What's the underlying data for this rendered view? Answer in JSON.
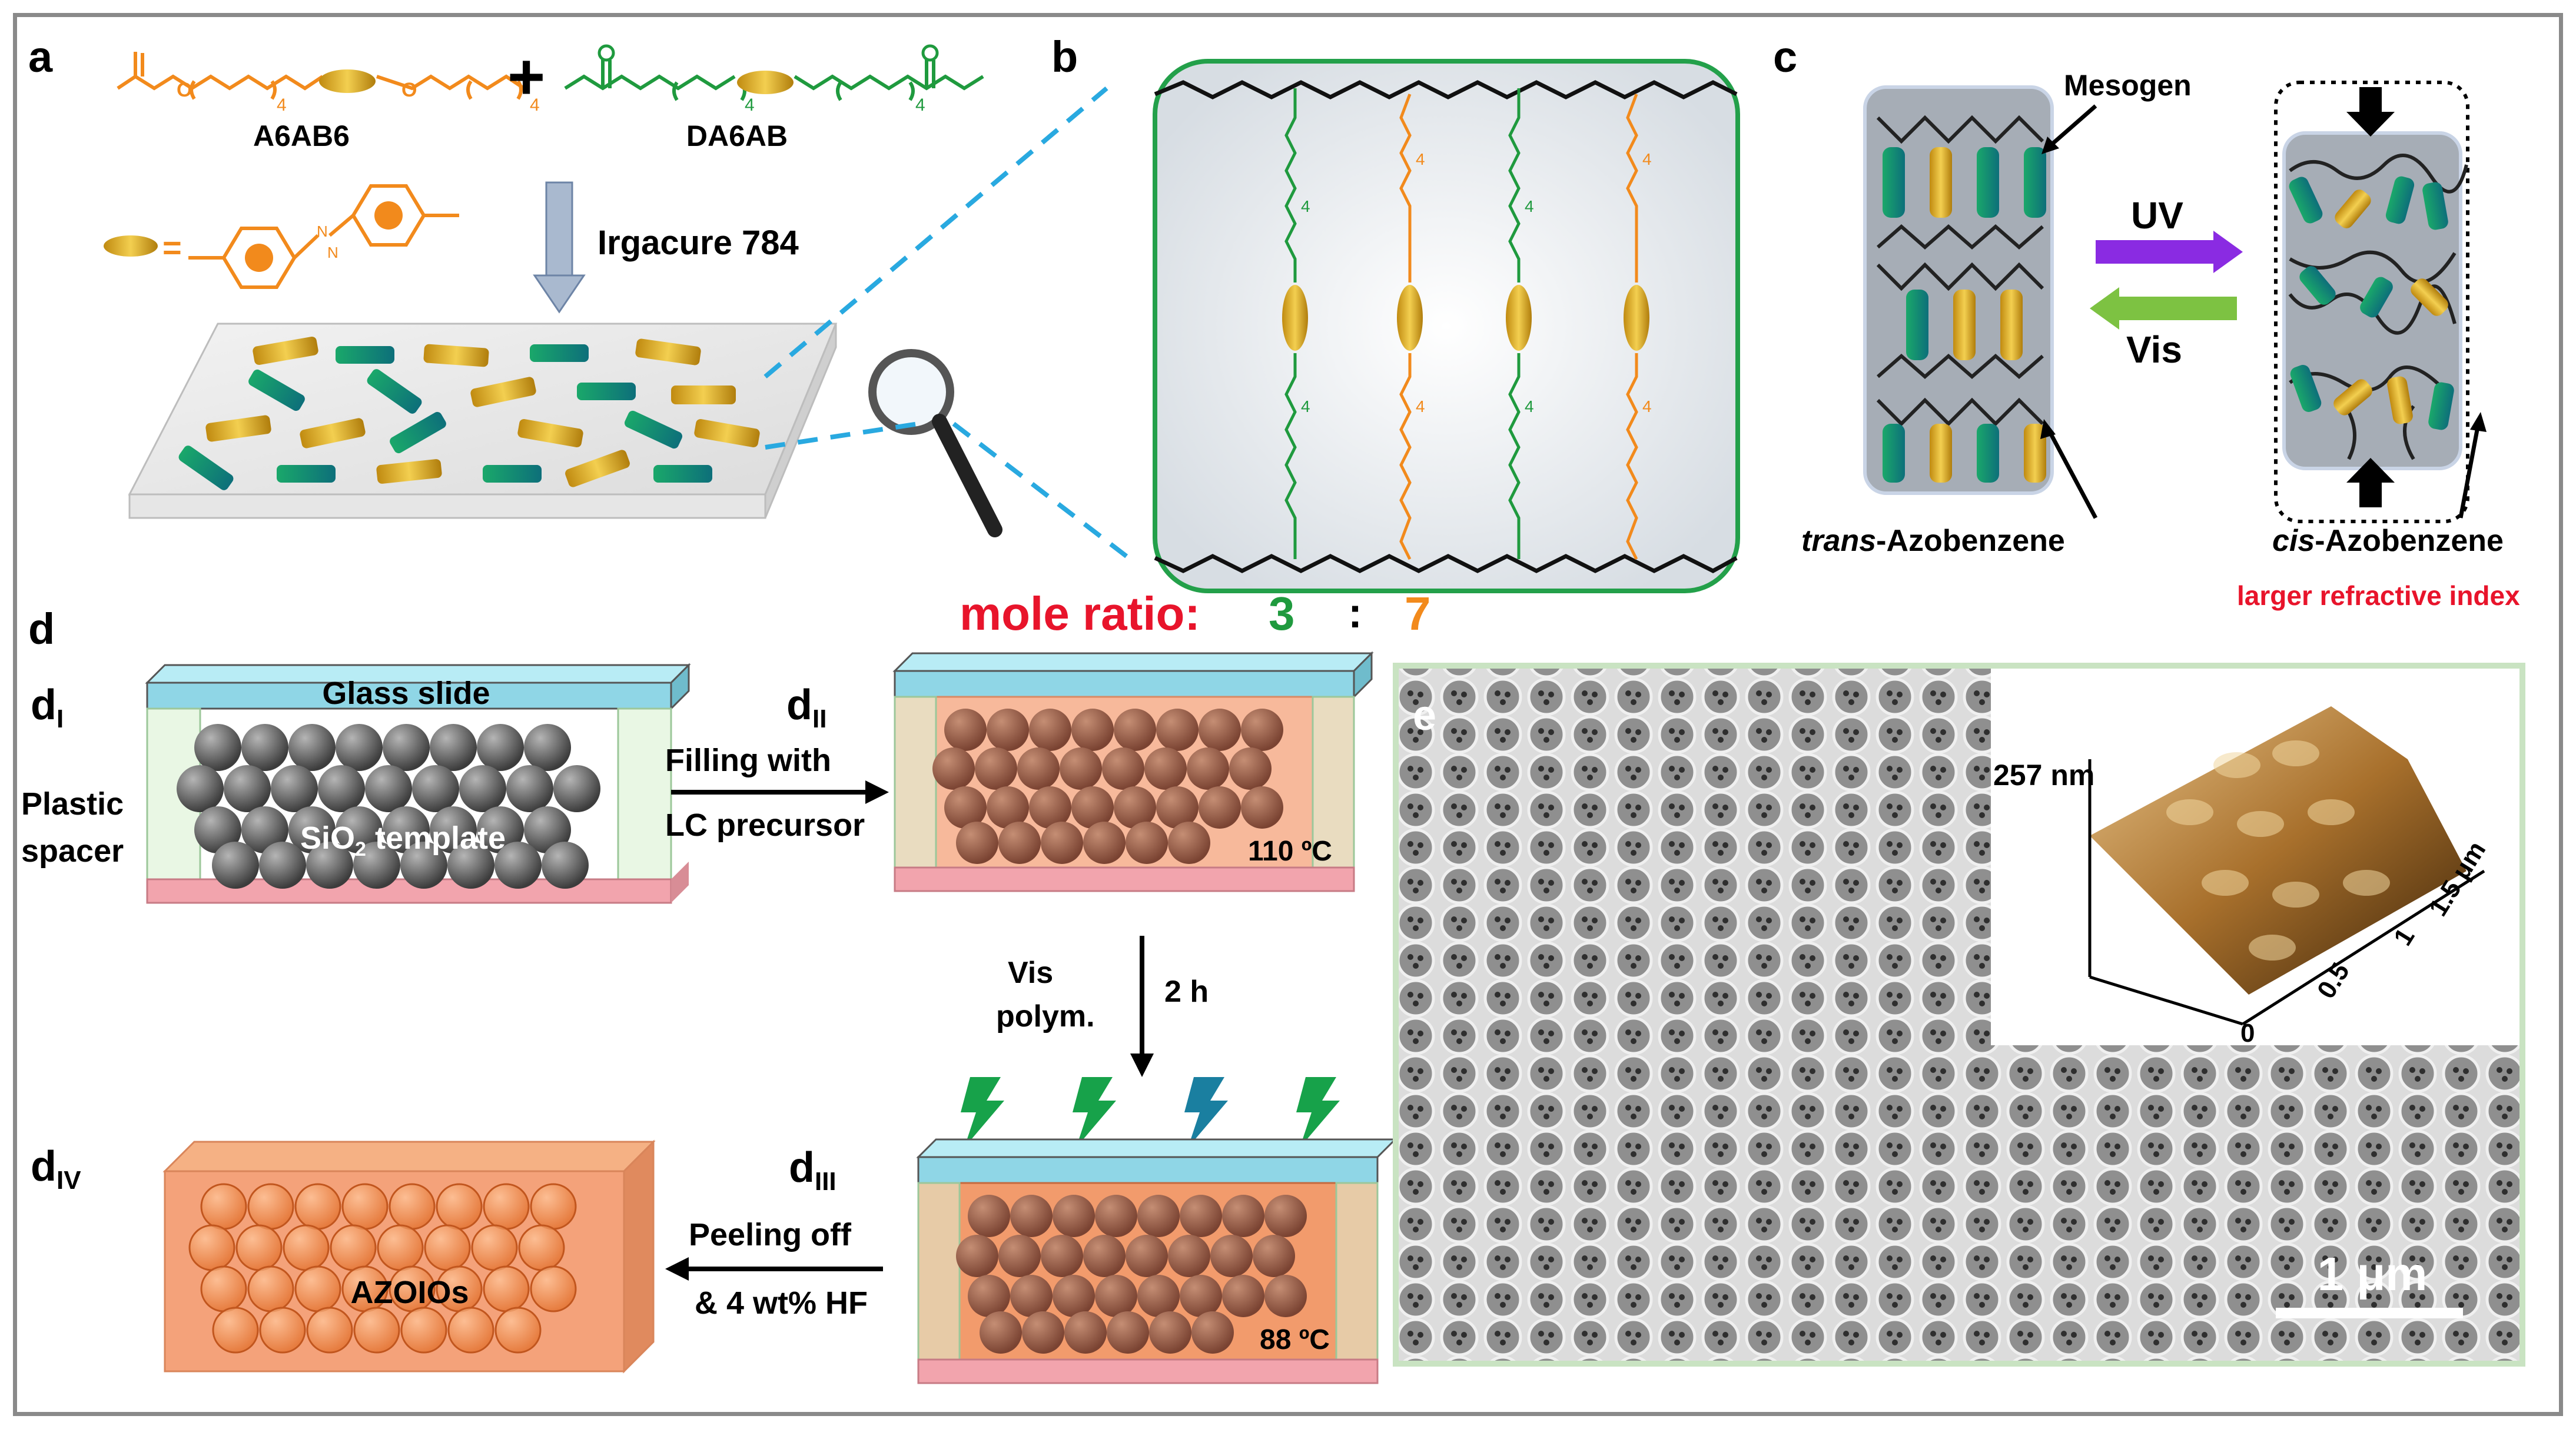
{
  "panels": {
    "a": {
      "letter": "a",
      "monomer1": "A6AB6",
      "monomer2": "DA6AB",
      "plus": "+",
      "sub4": "4",
      "equals": "=",
      "n_label": "N",
      "initiator": "Irgacure 784"
    },
    "b": {
      "letter": "b",
      "sub4": "4",
      "ratio_label": "mole ratio:",
      "ratio_left": "3",
      "ratio_colon": ":",
      "ratio_right": "7"
    },
    "c": {
      "letter": "c",
      "mesogen": "Mesogen",
      "uv": "UV",
      "vis": "Vis",
      "trans_italic": "trans",
      "trans_rest": "-Azobenzene",
      "cis_italic": "cis",
      "cis_rest": "-Azobenzene",
      "refractive": "larger refractive index"
    },
    "d": {
      "letter": "d",
      "d1_main": "d",
      "d1_sub": "I",
      "d2_main": "d",
      "d2_sub": "II",
      "d3_main": "d",
      "d3_sub": "III",
      "d4_main": "d",
      "d4_sub": "IV",
      "glass_slide": "Glass slide",
      "plastic": "Plastic",
      "spacer": "spacer",
      "sio2_a": "SiO",
      "sio2_sub": "2",
      "sio2_b": " template",
      "filling1": "Filling with",
      "filling2": "LC precursor",
      "temp1": "110 ºC",
      "vis1": "Vis",
      "vis2": "polym.",
      "time": "2 h",
      "temp2": "88 ºC",
      "peel1": "Peeling off",
      "peel2": "& 4 wt% HF",
      "azoios": "AZOIOs"
    },
    "e": {
      "letter": "e",
      "height": "257 nm",
      "ax0": "0",
      "ax05": "0.5",
      "ax1": "1",
      "ax15": "1.5 μm",
      "scale": "1 μm"
    }
  },
  "colors": {
    "orange": "#f28a1c",
    "green": "#1f9a3e",
    "red": "#e8142b",
    "cyan_dash": "#29a9e0",
    "uv_arrow": "#8a2be2",
    "vis_arrow": "#7dc242",
    "glass": "#a8e3ef",
    "spacer_bottom": "#f2a4ad",
    "lc_fill": "#f4a27a"
  }
}
